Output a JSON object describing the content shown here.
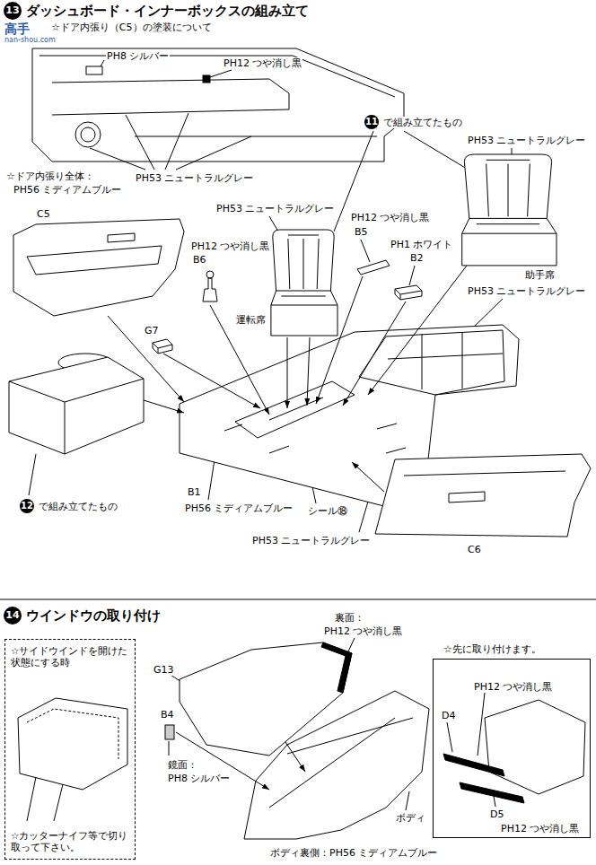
{
  "diagram": {
    "nodes": [
      {
        "text": [
          "13",
          "ダッシュボード・インナーボックスの組み立て"
        ]
      },
      {
        "text": [
          "14",
          "ウインドウの取り付け"
        ]
      },
      {
        "text": [
          "☆サイドウインドを開けた状態にする時",
          "☆カッターナイフ等で切り取って下さい。"
        ]
      },
      {
        "text": [
          "☆先に取り付けます。",
          "PH12 つや消し黒",
          "D4",
          "D5",
          "PH12 つや消し黒"
        ]
      }
    ],
    "labels": [
      "高手",
      "nan-shou.com",
      "☆ドア内張り（C5）の塗装について",
      "PH8 シルバー",
      "PH12 つや消し黒",
      "☆ドア内張り全体：",
      "PH56 ミディアムブルー",
      "PH53 ニュートラルグレー",
      "11",
      "で組み立てたもの",
      "PH53 ニュートラルグレー",
      "C5",
      "PH53 ニュートラルグレー",
      "PH12 つや消し黒",
      "B5",
      "PH1 ホワイト",
      "B2",
      "PH12 つや消し黒",
      "B6",
      "運転席",
      "助手席",
      "PH53 ニュートラルグレー",
      "G7",
      "B1",
      "PH56 ミディアムブルー",
      "シール⑱",
      "PH53 ニュートラルグレー",
      "12",
      "で組み立てたもの",
      "C6",
      "裏面：",
      "PH12 つや消し黒",
      "G13",
      "B4",
      "鏡面：",
      "PH8 シルバー",
      "ボディ",
      "ボディ裏側：PH56 ミディアムブルー"
    ]
  }
}
